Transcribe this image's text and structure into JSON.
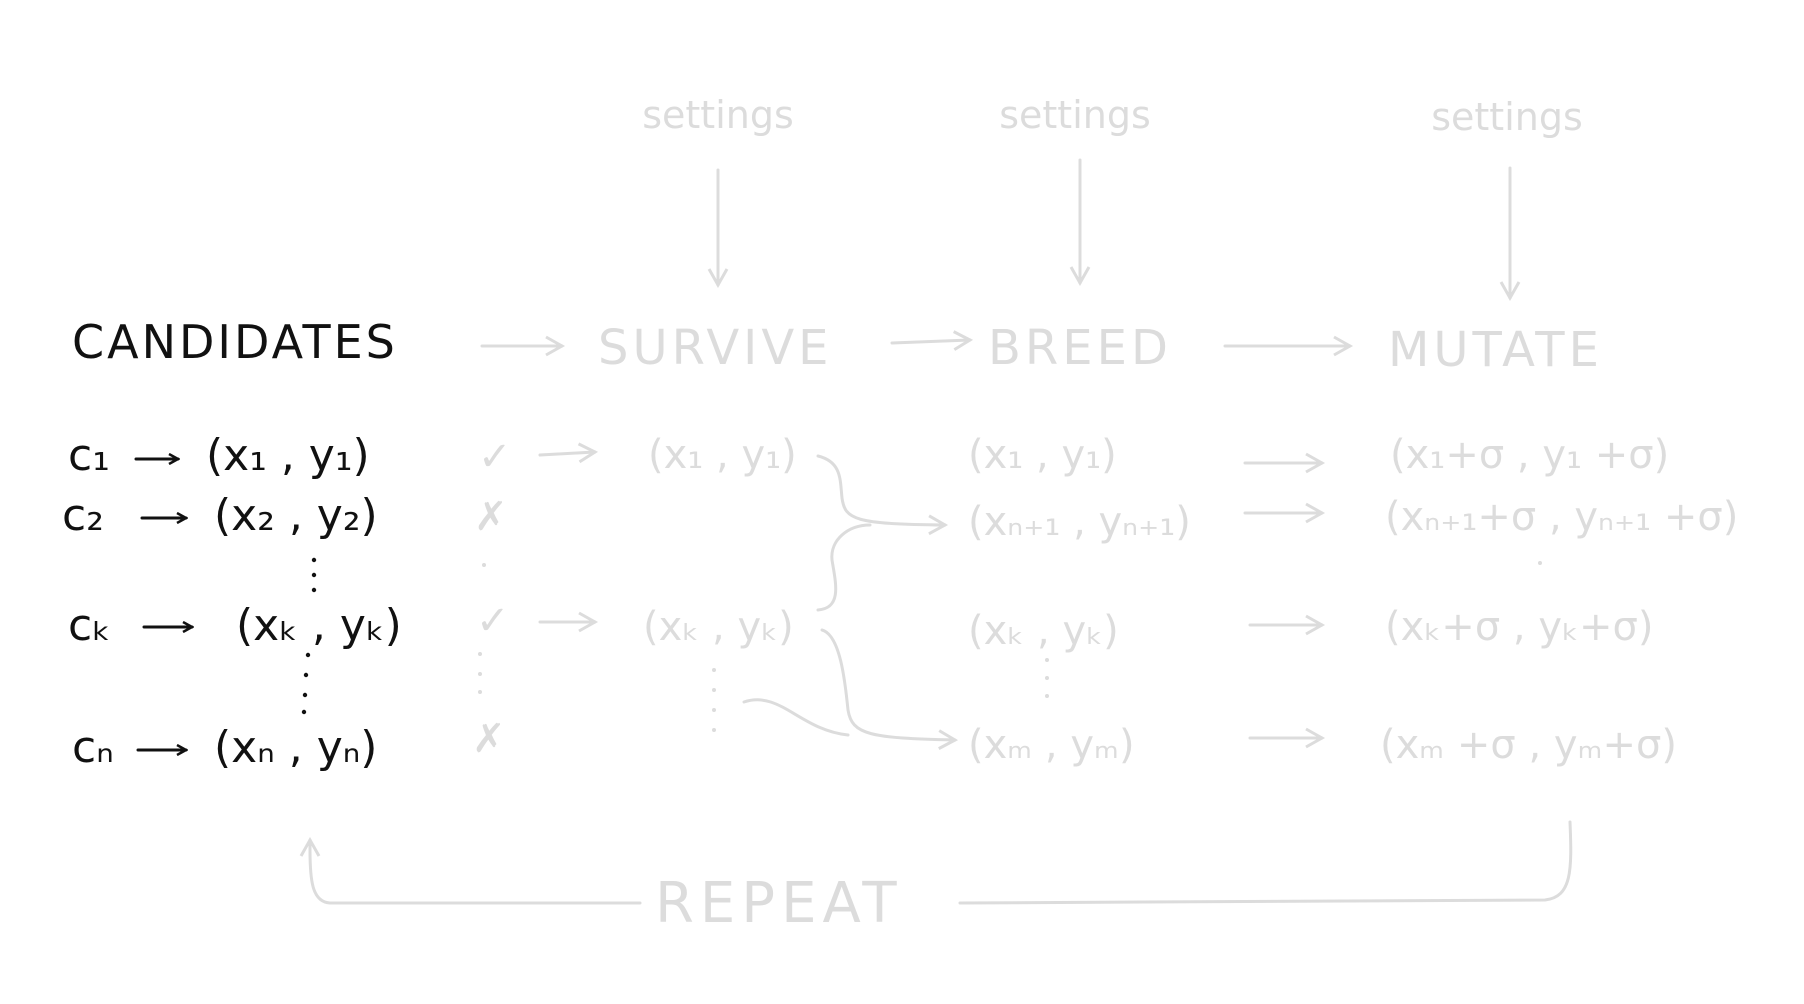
{
  "headers": {
    "candidates": "CANDIDATES",
    "survive": "SURVIVE",
    "breed": "BREED",
    "mutate": "MUTATE"
  },
  "settings": [
    "settings",
    "settings",
    "settings"
  ],
  "candidates": [
    {
      "name": "c₁",
      "tuple": "(x₁ , y₁)"
    },
    {
      "name": "c₂",
      "tuple": "(x₂ , y₂)"
    },
    {
      "name": "cₖ",
      "tuple": "(xₖ , yₖ)"
    },
    {
      "name": "cₙ",
      "tuple": "(xₙ , yₙ)"
    }
  ],
  "marks": [
    "✓",
    "✗",
    "✓",
    "✗"
  ],
  "survive": [
    "(x₁ , y₁)",
    "(xₖ , yₖ)"
  ],
  "breed": [
    "(x₁ , y₁)",
    "(xₙ₊₁ , yₙ₊₁)",
    "(xₖ , yₖ)",
    "(xₘ , yₘ)"
  ],
  "mutate": [
    "(x₁+σ , y₁ +σ)",
    "(xₙ₊₁+σ , yₙ₊₁ +σ)",
    "(xₖ+σ , yₖ+σ)",
    "(xₘ +σ , yₘ+σ)"
  ],
  "repeat": "REPEAT",
  "colors": {
    "ink": "#111111",
    "faint": "#dcdcdc"
  }
}
